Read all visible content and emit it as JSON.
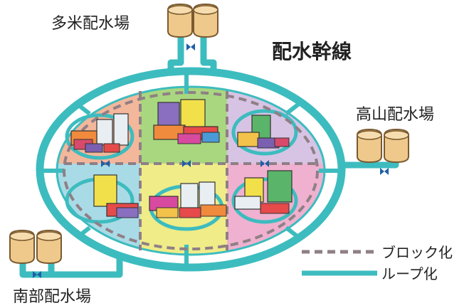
{
  "title": "配水幹線",
  "stations": {
    "tame": "多米配水場",
    "takayama": "高山配水場",
    "nanbu": "南部配水場"
  },
  "legend": {
    "block": "ブロック化",
    "loop": "ループ化"
  },
  "colors": {
    "pipe": "#3dbcbf",
    "block_border": "#8f7f86",
    "tank_fill": "#efc98b",
    "tank_stroke": "#7a5a30",
    "valve": "#1e5fa8",
    "zone_nw": "#f3b79b",
    "zone_n": "#a9d77f",
    "zone_ne": "#d7c4e4",
    "zone_sw": "#a9dbe6",
    "zone_s": "#f0ec88",
    "zone_se": "#efb1cf"
  }
}
